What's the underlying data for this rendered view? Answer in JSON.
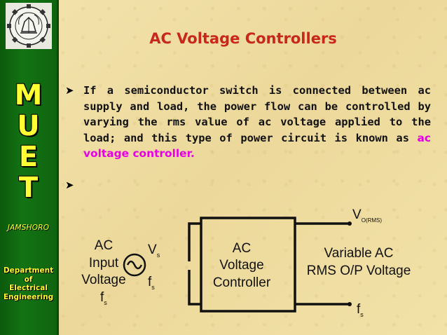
{
  "sidebar": {
    "letters": [
      "M",
      "U",
      "E",
      "T"
    ],
    "location": "JAMSHORO",
    "dept_lines": [
      "Department",
      "of",
      "Electrical",
      "Engineering"
    ]
  },
  "slide": {
    "title": "AC Voltage Controllers",
    "para_text": "If a semiconductor switch is connected between ac supply and load, the power flow can be controlled by varying the rms value of ac voltage applied to the load; and this type of power circuit is known as ",
    "para_highlight": "ac voltage controller."
  },
  "diagram": {
    "input_label_lines": [
      "AC",
      "Input",
      "Voltage"
    ],
    "input_fs": "f",
    "input_fs_sub": "s",
    "source_v": "V",
    "source_v_sub": "s",
    "source_f": "f",
    "source_f_sub": "s",
    "box_lines": [
      "AC",
      "Voltage",
      "Controller"
    ],
    "out_v": "V",
    "out_v_sub": "O(RMS)",
    "output_lines": [
      "Variable AC",
      "RMS O/P Voltage"
    ],
    "out_f": "f",
    "out_f_sub": "s"
  },
  "colors": {
    "sidebar_green": "#137313",
    "sidebar_text": "#ffff33",
    "title": "#c8281b",
    "highlight": "#e600e6"
  }
}
